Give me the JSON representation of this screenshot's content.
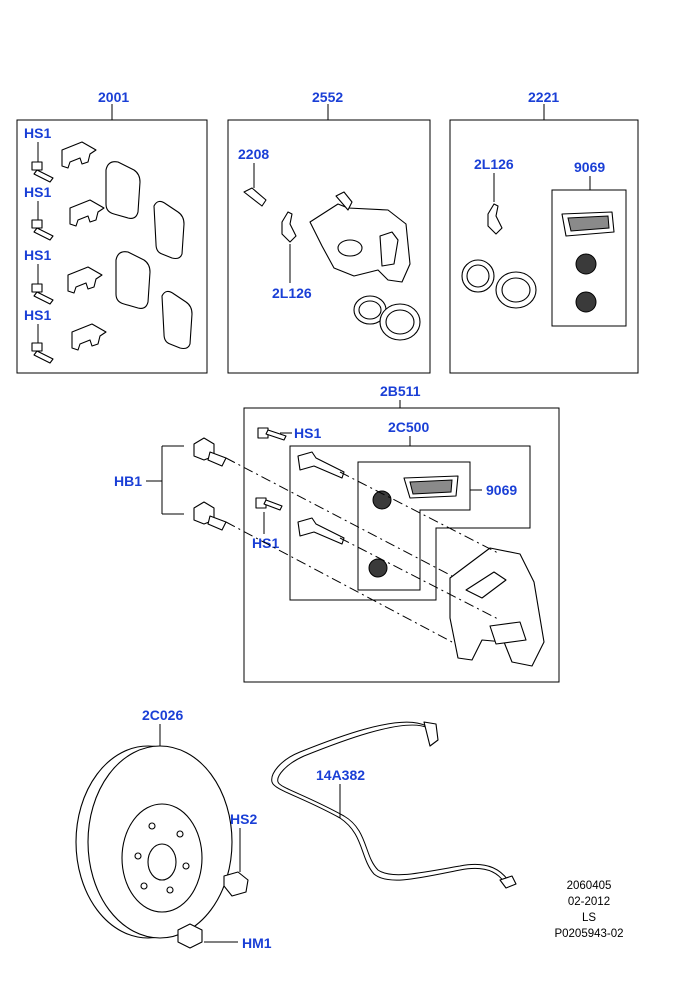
{
  "labels": {
    "kit_2001": "2001",
    "kit_2552": "2552",
    "kit_2221": "2221",
    "hs1_a": "HS1",
    "hs1_b": "HS1",
    "hs1_c": "HS1",
    "hs1_d": "HS1",
    "part_2208": "2208",
    "part_2l126_a": "2L126",
    "part_2l126_b": "2L126",
    "part_9069_a": "9069",
    "part_2b511": "2B511",
    "part_2c500": "2C500",
    "hs1_e": "HS1",
    "hs1_f": "HS1",
    "part_hb1": "HB1",
    "part_9069_b": "9069",
    "part_2c026": "2C026",
    "part_14a382": "14A382",
    "part_hs2": "HS2",
    "part_hm1": "HM1"
  },
  "reference": {
    "line1": "2060405",
    "line2": "02-2012",
    "line3": "LS",
    "line4": "P0205943-02"
  },
  "colors": {
    "callout": "#1a3fd6",
    "line": "#000000"
  }
}
